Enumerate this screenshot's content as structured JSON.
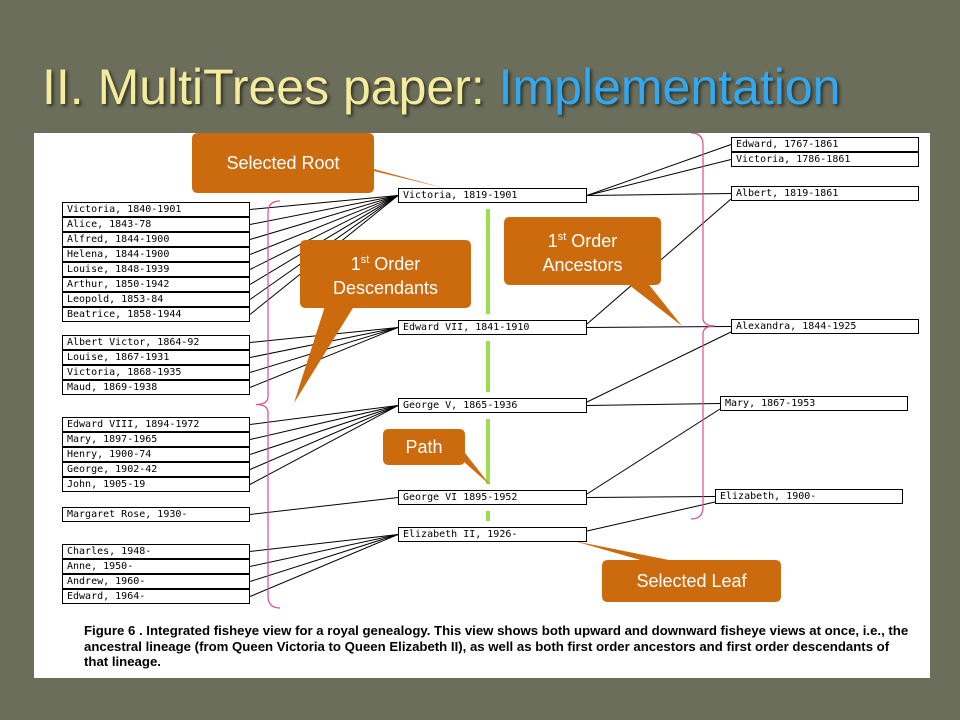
{
  "title": {
    "main": "II. MultiTrees paper: ",
    "highlight": "Implementation"
  },
  "descendants": {
    "group1": [
      "Victoria, 1840-1901",
      "Alice, 1843-78",
      "Alfred, 1844-1900",
      "Helena, 1844-1900",
      "Louise, 1848-1939",
      "Arthur, 1850-1942",
      "Leopold, 1853-84",
      "Beatrice, 1858-1944"
    ],
    "group2": [
      "Albert Victor, 1864-92",
      "Louise, 1867-1931",
      "Victoria, 1868-1935",
      "Maud, 1869-1938"
    ],
    "group3": [
      "Edward VIII, 1894-1972",
      "Mary, 1897-1965",
      "Henry, 1900-74",
      "George, 1902-42",
      "John, 1905-19"
    ],
    "group4": [
      "Margaret Rose, 1930-"
    ],
    "group5": [
      "Charles, 1948-",
      "Anne, 1950-",
      "Andrew, 1960-",
      "Edward, 1964-"
    ]
  },
  "lineage": [
    "Victoria, 1819-1901",
    "Edward VII, 1841-1910",
    "George V, 1865-1936",
    "George VI 1895-1952",
    "Elizabeth II, 1926-"
  ],
  "ancestors": [
    "Edward, 1767-1861",
    "Victoria, 1786-1861",
    "Albert, 1819-1861",
    "Alexandra, 1844-1925",
    "Mary, 1867-1953",
    "Elizabeth, 1900-"
  ],
  "callouts": {
    "selected_root": "Selected Root",
    "descendants_num": "1",
    "descendants_sup": "st",
    "descendants_rest": " Order",
    "descendants_line2": "Descendants",
    "ancestors_num": "1",
    "ancestors_sup": "st",
    "ancestors_rest": " Order",
    "ancestors_line2": "Ancestors",
    "path": "Path",
    "selected_leaf": "Selected Leaf"
  },
  "caption": "Figure 6 . Integrated fisheye view for a royal genealogy. This view shows both upward and downward fisheye views at once, i.e., the ancestral lineage (from Queen Victoria to Queen Elizabeth II), as well as both first order ancestors and first order descendants of that lineage.",
  "colors": {
    "background": "#6b6e5a",
    "title": "#f5eb9e",
    "highlight": "#33a8f0",
    "callout": "#cc6b0e",
    "path": "#99e04a",
    "bracket": "#e24a8e"
  }
}
